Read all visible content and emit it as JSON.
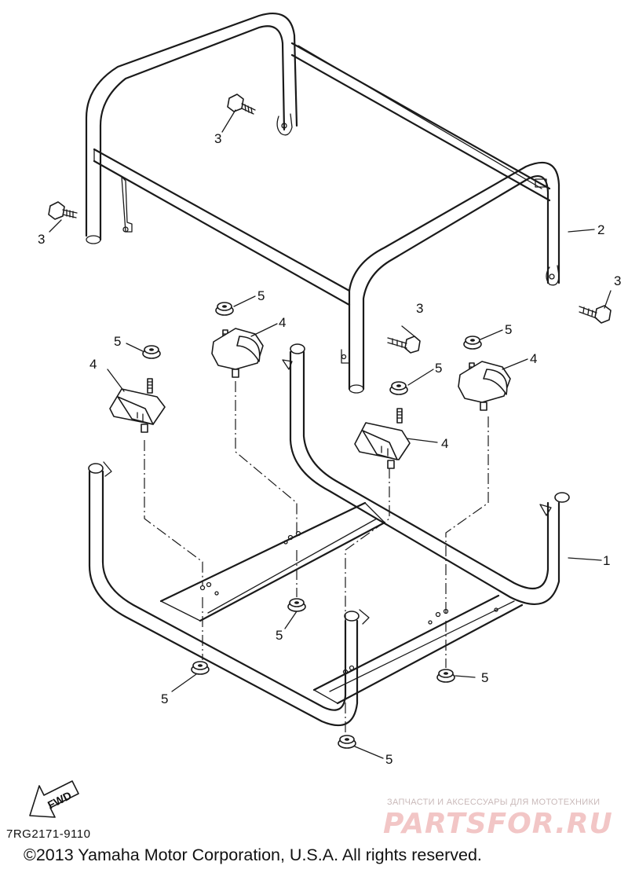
{
  "diagram": {
    "callouts": {
      "c1": "1",
      "c2": "2",
      "c3a": "3",
      "c3b": "3",
      "c3c": "3",
      "c3d": "3",
      "c4a": "4",
      "c4b": "4",
      "c4c": "4",
      "c4d": "4",
      "c5a": "5",
      "c5b": "5",
      "c5c": "5",
      "c5d": "5",
      "c5e": "5",
      "c5f": "5",
      "c5g": "5",
      "c5h": "5"
    },
    "fwd_label": "FWD",
    "drawing_code": "7RG2171-9110",
    "copyright": "©2013 Yamaha Motor Corporation, U.S.A. All rights reserved."
  },
  "watermark": {
    "tagline": "ЗАПЧАСТИ И АКСЕССУАРЫ ДЛЯ МОТОТЕХНИКИ",
    "brand": "PARTSFOR.RU"
  }
}
